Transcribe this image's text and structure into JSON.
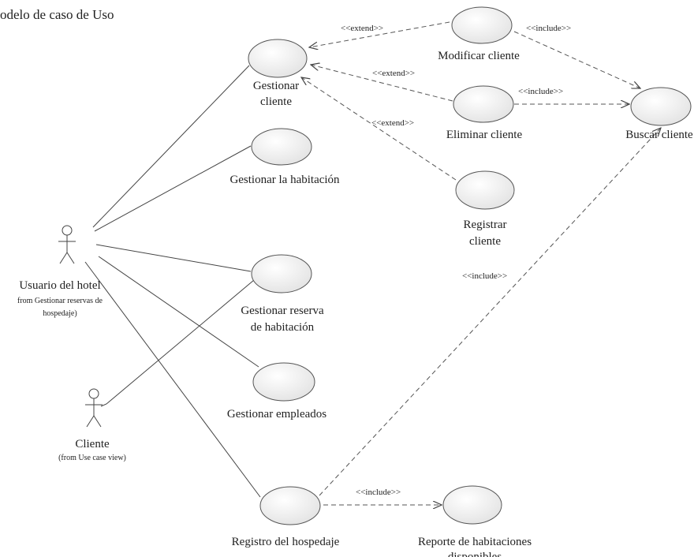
{
  "title": "odelo de caso de Uso",
  "use_cases": {
    "gestionar_cliente": [
      "Gestionar",
      "cliente"
    ],
    "gestionar_habitacion": [
      "Gestionar la habitación"
    ],
    "gestionar_reserva": [
      "Gestionar reserva",
      "de habitación"
    ],
    "gestionar_empleados": [
      "Gestionar empleados"
    ],
    "registro_hospedaje": [
      "Registro del hospedaje"
    ],
    "modificar_cliente": [
      "Modificar cliente"
    ],
    "eliminar_cliente": [
      "Eliminar cliente"
    ],
    "registrar_cliente": [
      "Registrar",
      "cliente"
    ],
    "buscar_cliente": [
      "Buscar cliente"
    ],
    "reporte_habitaciones": [
      "Reporte de habitaciones",
      "disponibles"
    ]
  },
  "actors": {
    "usuario": {
      "name": "Usuario del hotel",
      "from": [
        "from Gestionar reservas de",
        "hospedaje)"
      ]
    },
    "cliente": {
      "name": "Cliente",
      "from": [
        "(from Use case view)"
      ]
    }
  },
  "relations": {
    "extend": "<<extend>>",
    "include": "<<include>>"
  }
}
